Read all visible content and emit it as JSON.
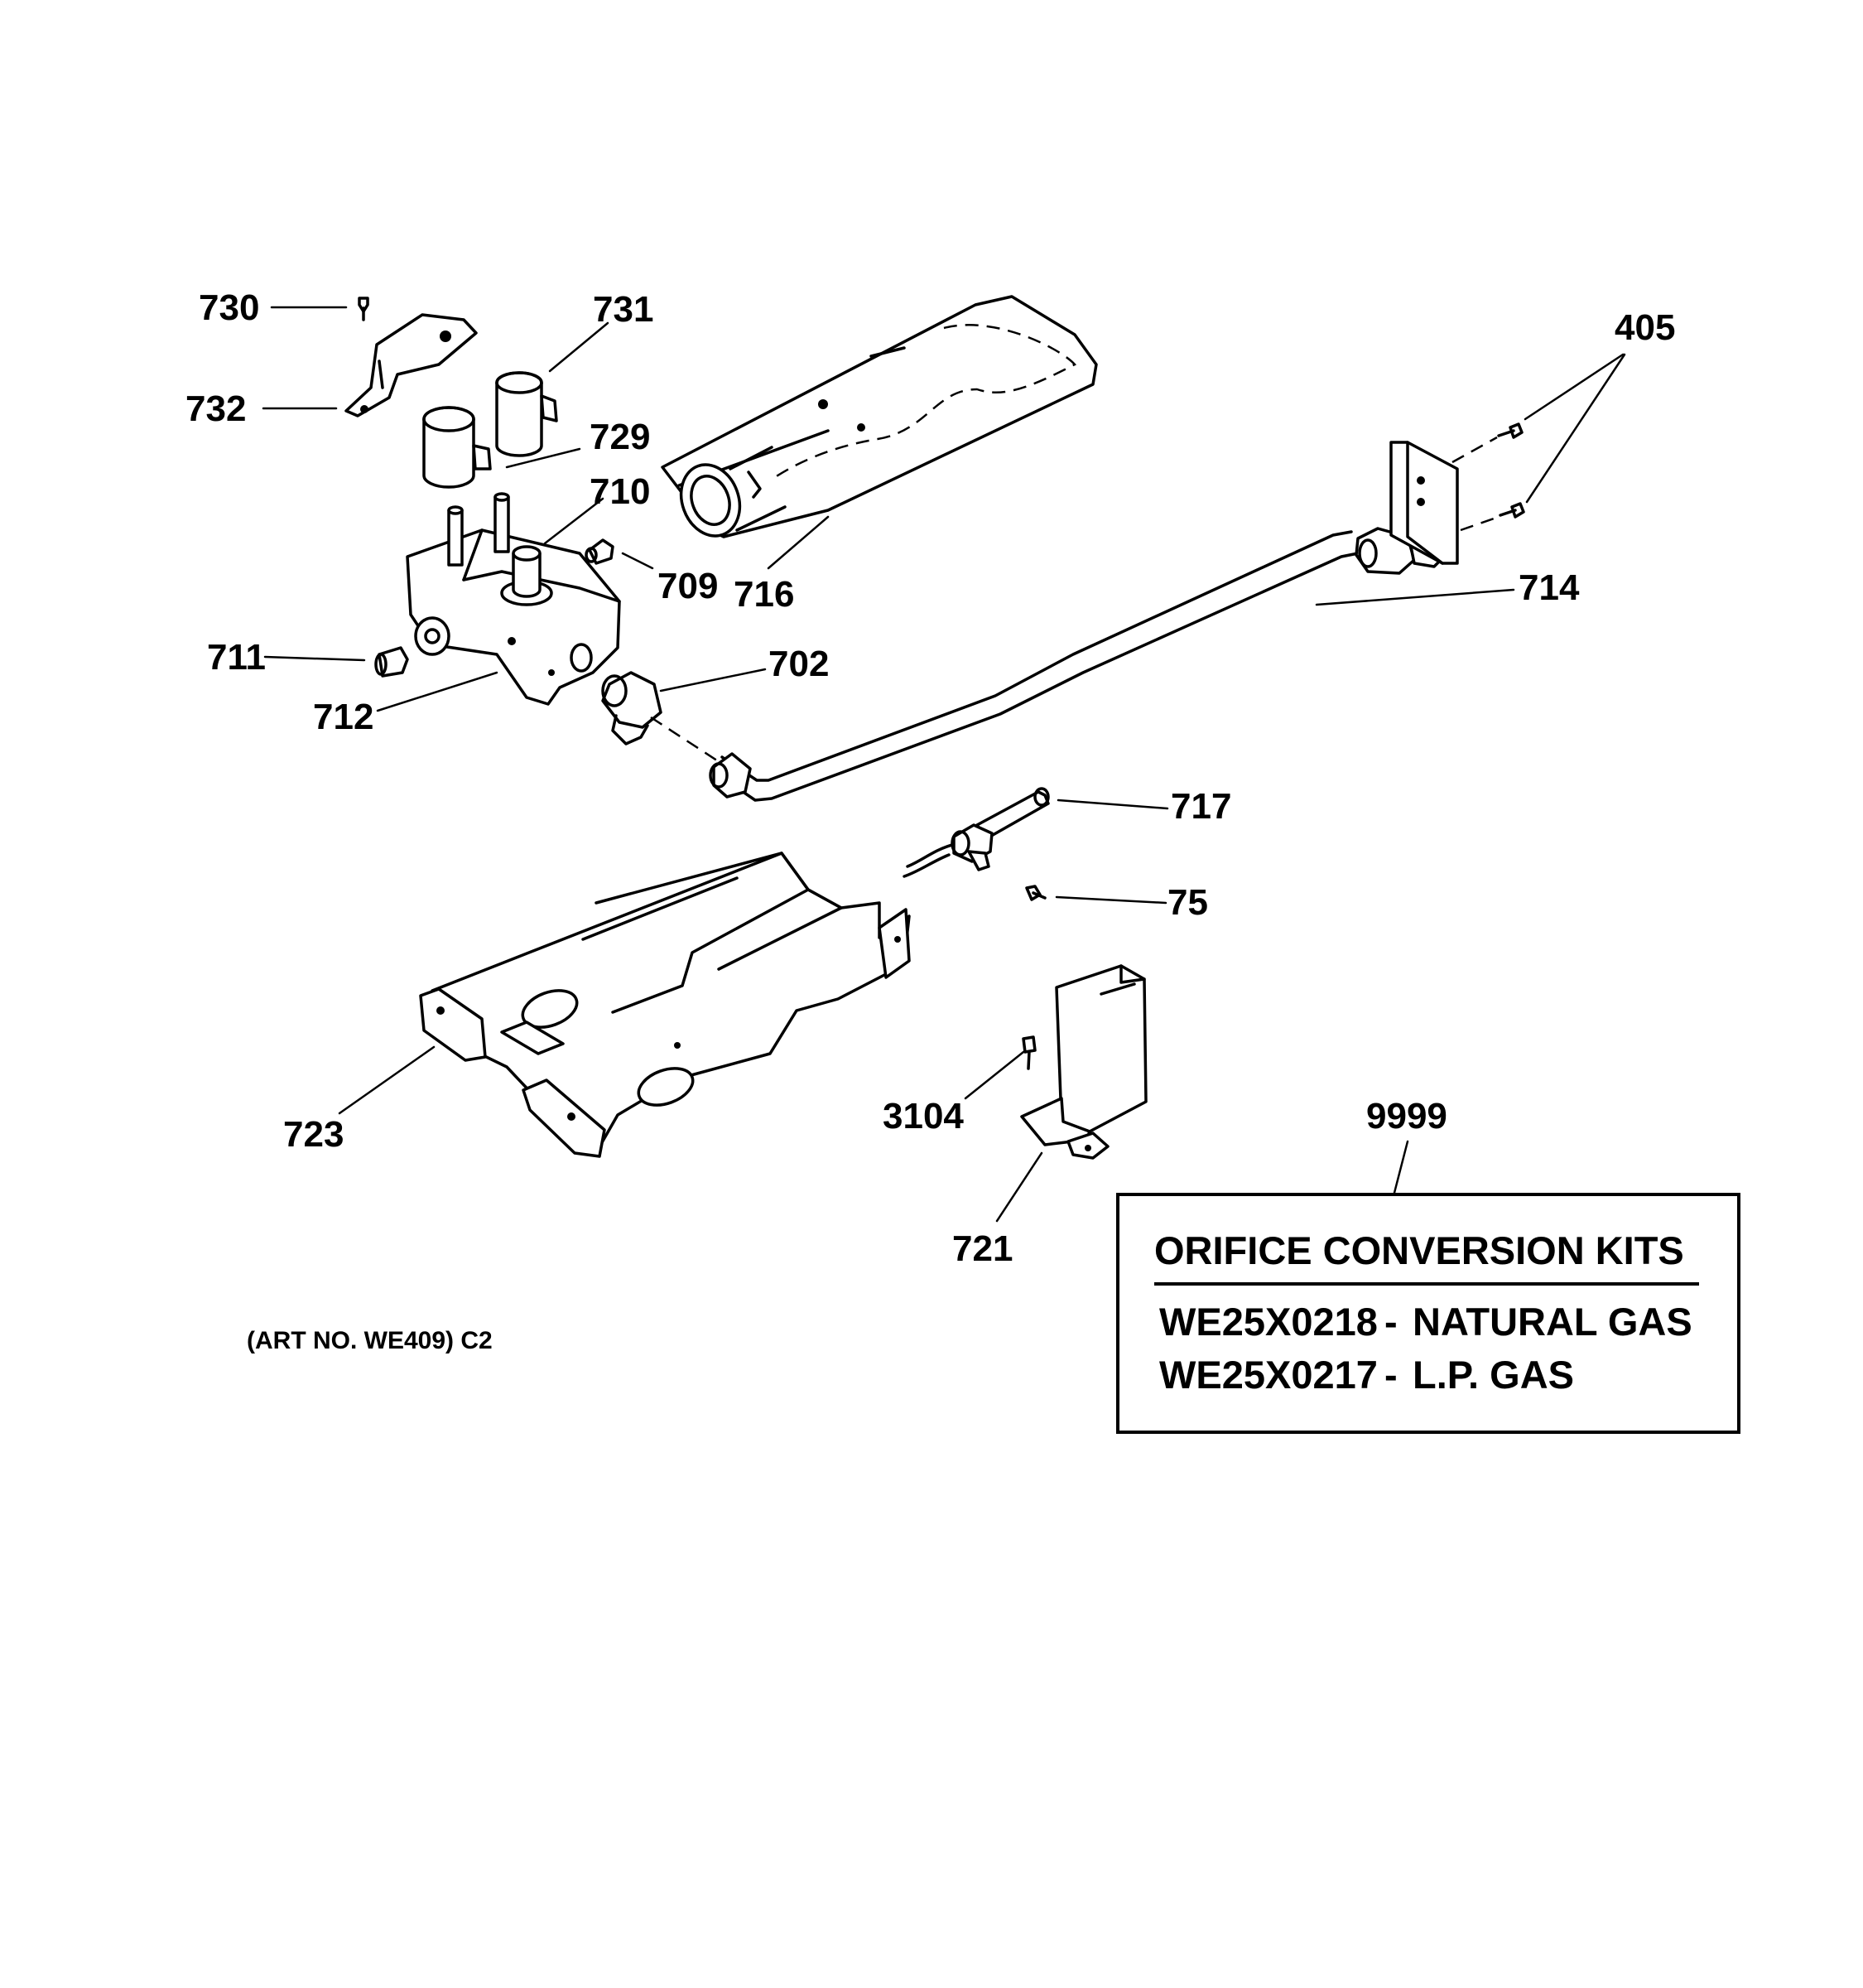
{
  "labels": {
    "p730": "730",
    "p731": "731",
    "p732": "732",
    "p729": "729",
    "p710": "710",
    "p709": "709",
    "p716": "716",
    "p711": "711",
    "p712": "712",
    "p702": "702",
    "p405": "405",
    "p714": "714",
    "p717": "717",
    "p75": "75",
    "p723": "723",
    "p3104": "3104",
    "p721": "721",
    "p9999": "9999"
  },
  "art_number": "(ART NO. WE409) C2",
  "kit_box": {
    "title": "ORIFICE CONVERSION KITS",
    "rows": [
      {
        "part": "WE25X0218",
        "sep": "-",
        "gas": "NATURAL GAS"
      },
      {
        "part": "WE25X0217",
        "sep": "-",
        "gas": "L.P. GAS"
      }
    ]
  }
}
